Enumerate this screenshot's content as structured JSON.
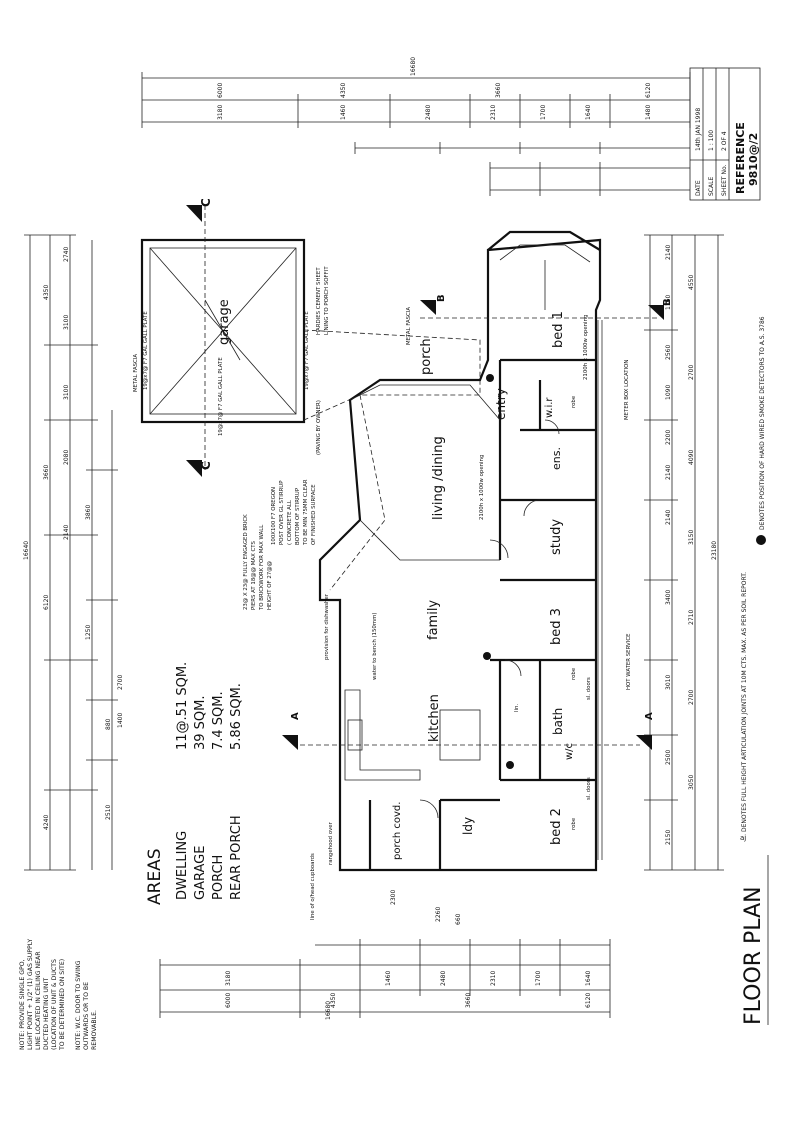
{
  "title_block": {
    "date_label": "DATE",
    "date_value": "14th JAN 1998",
    "scale_label": "SCALE",
    "scale_value": "1 : 100",
    "sheet_label": "SHEET No.",
    "sheet_value": "2 OF 4",
    "reference_label": "REFERENCE",
    "reference_value": "9810@/2"
  },
  "plan_title": "FLOOR PLAN",
  "areas": {
    "heading": "AREAS",
    "rows": [
      {
        "label": "DWELLING",
        "value": "11@.51 SQM."
      },
      {
        "label": "GARAGE",
        "value": "39 SQM."
      },
      {
        "label": "PORCH",
        "value": "7.4 SQM."
      },
      {
        "label": "REAR PORCH",
        "value": "5.86 SQM."
      }
    ]
  },
  "notes": [
    "NOTE: PROVIDE SINGLE GPO,",
    "LIGHT POINT + 1/2\" (1) GAS SUPPLY",
    "LINE LOCATED IN CEILING NEAR",
    "DUCTED HEATING UNIT",
    "(LOCATION OF UNIT & DUCTS",
    "TO BE DETERMINED ON SITE)",
    "NOTE: W.C. DOOR TO SWING",
    "OUTWARDS OR TO BE",
    "REMOVABLE."
  ],
  "legend": [
    "DENOTES POSITION OF HARD WIRED SMOKE DETECTORS TO A.S. 3786",
    "DENOTES FULL HEIGHT ARTICULATION JOINTS AT 10M CTS. MAX. AS PER SOIL REPORT."
  ],
  "rooms": {
    "garage": "garage",
    "porch": "porch",
    "living": "living /dining",
    "study": "study",
    "family": "family",
    "kitchen": "kitchen",
    "bed1": "bed 1",
    "bed2": "bed 2",
    "bed3": "bed 3",
    "entry": "entry",
    "ens": "ens.",
    "wir": "w.i.r",
    "bath": "bath",
    "wc": "w/c",
    "ldy": "ldy",
    "porch_covd": "porch covd."
  },
  "annotations": {
    "metal_fascia_left": "METAL FASCIA",
    "gall_plate_a": "19@x7@ F7 GAL GALL PLATE",
    "gall_plate_b": "19@x7@ F7 GAL GALL PLATE",
    "gall_plate_c": "19@x7@ F7 GAL GALL PLATE",
    "cement_sheet_a": "HARDIES CEMENT SHEET",
    "cement_sheet_b": "LINING TO PORCH SOFFIT",
    "metal_fascia_right": "METAL FASCIA",
    "brick_pier_a": "23@ X 23@ FULLY ENGAGED BRICK",
    "brick_pier_b": "PIERS AT 18@@ MAX CTS",
    "brick_pier_c": "TO BRICKWORK FOR MAX WALL",
    "brick_pier_d": "HEIGHT OF 27@@",
    "oregon_post_a": "100X100 F7 OREGON",
    "oregon_post_b": "POST OVER GL STIRRUP",
    "oregon_post_c": "( CONCRETE ALL",
    "oregon_post_d": "BOTTOM OF STIRRUP",
    "oregon_post_e": "TO BE MIN 75MM CLEAR",
    "oregon_post_f": "OF FINISHED SURFACE",
    "paving": "(PAVING BY OWNER)",
    "meter_box": "METER BOX LOCATION",
    "hot_water": "HOT WATER SERVICE",
    "dishwasher": "provision for dishwasher",
    "water_bench": "water to bench (150mm)",
    "rangehood": "rangehood over",
    "overhead": "line of o/head cupboards",
    "robe": "robe",
    "linen": "lin.",
    "sl_doors": "sl. doors",
    "opening_a": "2100h x 1000w opening",
    "opening_b": "2100h x 1000w opening"
  },
  "section_marks": {
    "a": "A",
    "b": "B",
    "c": "C"
  },
  "dimensions": {
    "top_overall": "16680",
    "top_row": [
      "6000",
      "4350",
      "3660",
      "6120"
    ],
    "top_sub": [
      "3180",
      "1460",
      "2480",
      "2310",
      "1700",
      "1640",
      "1480"
    ],
    "left_overall": "16640",
    "left_row": [
      "4350",
      "3660",
      "6120",
      "4240"
    ],
    "left_sub": [
      "2740",
      "3100",
      "3100",
      "2080",
      "2140",
      "3860",
      "1250",
      "880",
      "2510"
    ],
    "right_overall": "23180",
    "right_row": [
      "4550",
      "2700",
      "4090",
      "3150",
      "2710",
      "2700",
      "3050"
    ],
    "right_sub": [
      "2140",
      "1160",
      "2560",
      "1090",
      "2200",
      "2140",
      "2140",
      "3400",
      "3010",
      "2500",
      "2150"
    ],
    "bottom_overall": "16680",
    "bottom_row": [
      "6000",
      "4350",
      "3660",
      "6120"
    ],
    "bottom_sub": [
      "3180",
      "1460",
      "2480",
      "2310",
      "1700",
      "1640"
    ],
    "porch_dims": [
      "2300",
      "2260",
      "660"
    ],
    "bath_dims": [
      "1400",
      "2700"
    ]
  }
}
